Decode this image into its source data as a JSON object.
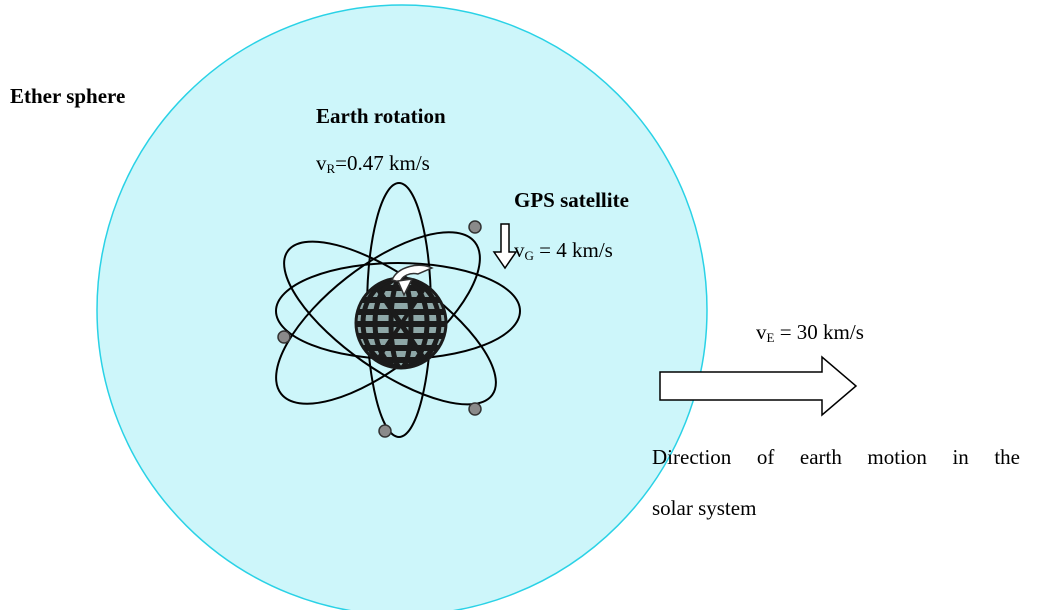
{
  "labels": {
    "ether_sphere": "Ether sphere",
    "earth_rotation": "Earth rotation",
    "rotation_speed": {
      "symbol": "v",
      "subscript": "R",
      "text": "=0.47 km/s"
    },
    "gps_satellite": "GPS satellite",
    "gps_speed": {
      "symbol": "v",
      "subscript": "G",
      "text": " = 4 km/s"
    },
    "earth_speed": {
      "symbol": "v",
      "subscript": "E",
      "text": " = 30 km/s"
    },
    "caption_line1": "Direction of earth motion in the",
    "caption_line2": "solar system"
  },
  "colors": {
    "ether_fill": "#cdf6fa",
    "ether_stroke": "#2ad2e6",
    "orbit_stroke": "#000000",
    "satellite_fill": "#8a8a8a",
    "globe_dark": "#1b1b1b",
    "globe_light": "#8ea7a7",
    "arrow_fill": "#ffffff"
  },
  "icons": {
    "satellites": "satellite-dot-icon",
    "earth": "globe-icon",
    "rotation": "curved-rotation-arrow-icon",
    "gps_motion": "down-arrow-icon",
    "earth_motion": "right-arrow-icon"
  }
}
